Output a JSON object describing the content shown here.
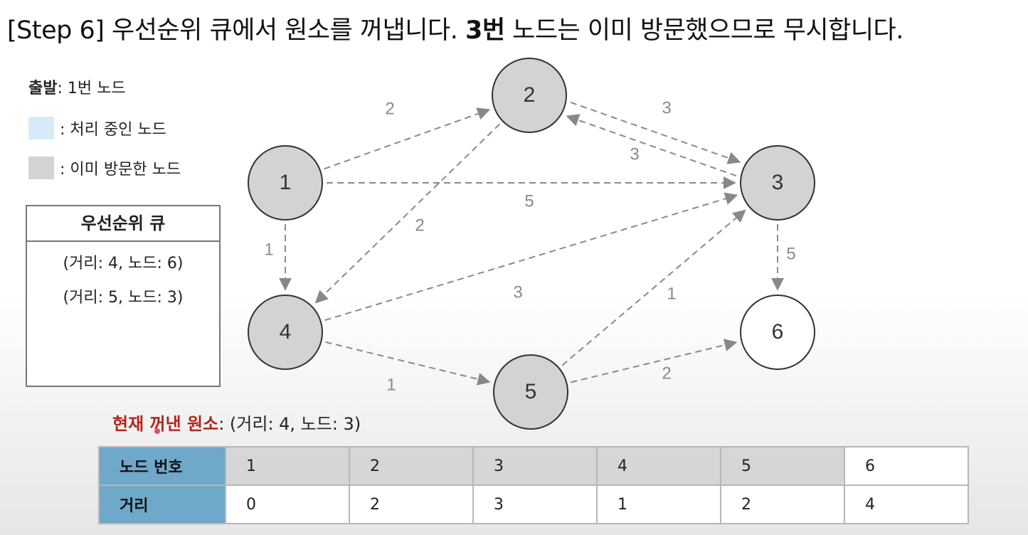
{
  "title": {
    "step": "[Step 6]",
    "text1": " 우선순위 큐에서 원소를 꺼냅니다. ",
    "bold": "3번",
    "text2": " 노드는 이미 방문했으므로 무시합니다."
  },
  "legend": {
    "start_label": "출발",
    "start_value": ": 1번 노드",
    "processing": ": 처리 중인 노드",
    "visited": ": 이미 방문한 노드",
    "processing_color": "#d6ebf7",
    "visited_color": "#d3d3d6"
  },
  "priority_queue": {
    "header": "우선순위 큐",
    "items": [
      "(거리: 4, 노드: 6)",
      "(거리: 5, 노드: 3)"
    ]
  },
  "current": {
    "label": "현재 꺼낸 원소",
    "value": ": (거리: 4, 노드: 3)"
  },
  "graph": {
    "nodes": [
      {
        "id": "1",
        "state": "visited"
      },
      {
        "id": "2",
        "state": "visited"
      },
      {
        "id": "3",
        "state": "visited"
      },
      {
        "id": "4",
        "state": "visited"
      },
      {
        "id": "5",
        "state": "visited"
      },
      {
        "id": "6",
        "state": "unvisited"
      }
    ],
    "edges": [
      {
        "from": "1",
        "to": "2",
        "weight": "2"
      },
      {
        "from": "1",
        "to": "3",
        "weight": "5"
      },
      {
        "from": "1",
        "to": "4",
        "weight": "1"
      },
      {
        "from": "2",
        "to": "3",
        "weight": "3"
      },
      {
        "from": "3",
        "to": "2",
        "weight": "3"
      },
      {
        "from": "2",
        "to": "4",
        "weight": "2"
      },
      {
        "from": "4",
        "to": "3",
        "weight": "3"
      },
      {
        "from": "4",
        "to": "5",
        "weight": "1"
      },
      {
        "from": "5",
        "to": "3",
        "weight": "1"
      },
      {
        "from": "5",
        "to": "6",
        "weight": "2"
      },
      {
        "from": "3",
        "to": "6",
        "weight": "5"
      }
    ]
  },
  "table": {
    "row1_header": "노드 번호",
    "row2_header": "거리",
    "node_ids": [
      "1",
      "2",
      "3",
      "4",
      "5",
      "6"
    ],
    "distances": [
      "0",
      "2",
      "3",
      "1",
      "2",
      "4"
    ]
  }
}
